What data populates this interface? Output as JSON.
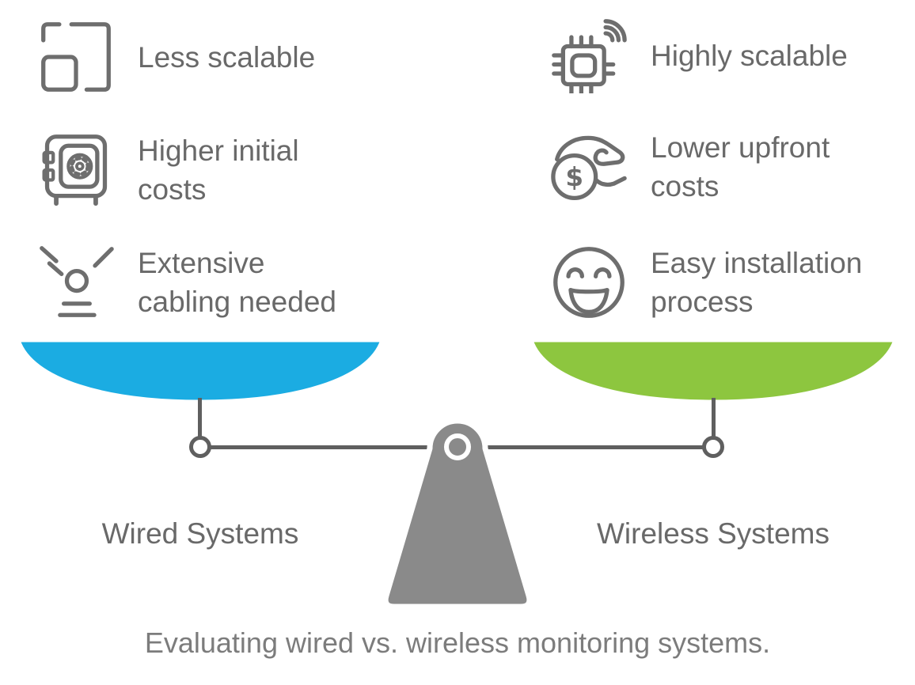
{
  "caption": "Evaluating wired vs. wireless monitoring systems.",
  "colors": {
    "pan_left": "#1BACE2",
    "pan_right": "#8DC63F",
    "fulcrum": "#8A8A8A",
    "beam": "#5F5F5F",
    "feature_text": "#696969",
    "caption_text": "#7C7C7C",
    "icon_stroke": "#6E6E6E"
  },
  "left": {
    "label": "Wired Systems",
    "items": [
      {
        "icon": "scale-icon",
        "lines": [
          "Less scalable"
        ]
      },
      {
        "icon": "safe-icon",
        "lines": [
          "Higher initial",
          "costs"
        ]
      },
      {
        "icon": "cabling-icon",
        "lines": [
          "Extensive",
          "cabling needed"
        ]
      }
    ]
  },
  "right": {
    "label": "Wireless Systems",
    "items": [
      {
        "icon": "chip-wifi-icon",
        "lines": [
          "Highly scalable"
        ]
      },
      {
        "icon": "coin-hand-icon",
        "lines": [
          "Lower upfront",
          "costs"
        ],
        "symbol": "$"
      },
      {
        "icon": "smiley-icon",
        "lines": [
          "Easy installation",
          "process"
        ]
      }
    ]
  }
}
